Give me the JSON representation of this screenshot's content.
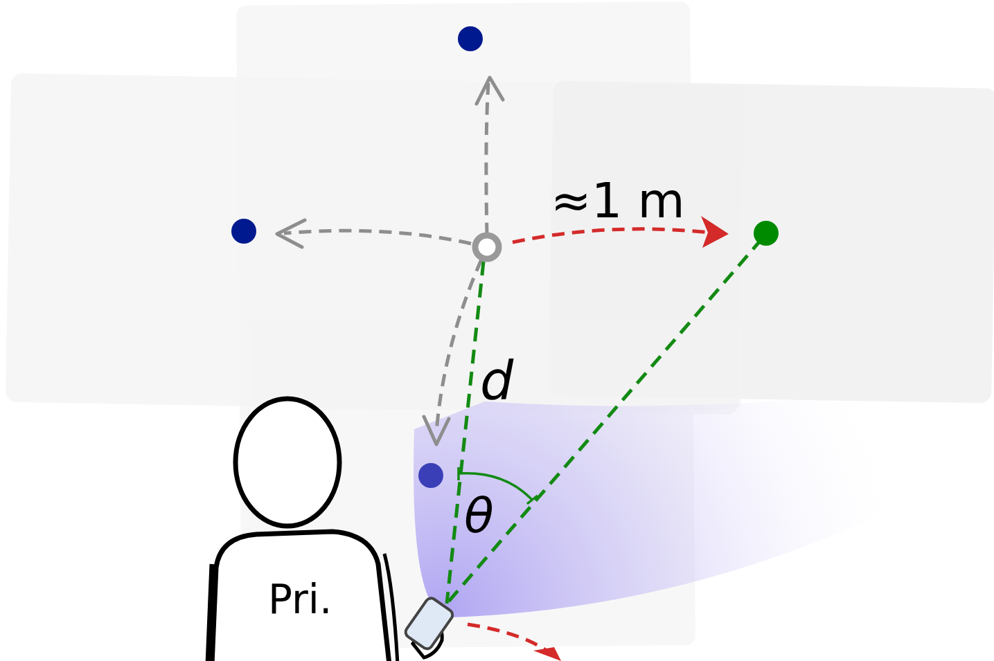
{
  "diagram": {
    "nodes": [
      {
        "text": [
          "Pri."
        ]
      }
    ],
    "labels": [
      "≈1 m",
      "d",
      "θ"
    ]
  }
}
